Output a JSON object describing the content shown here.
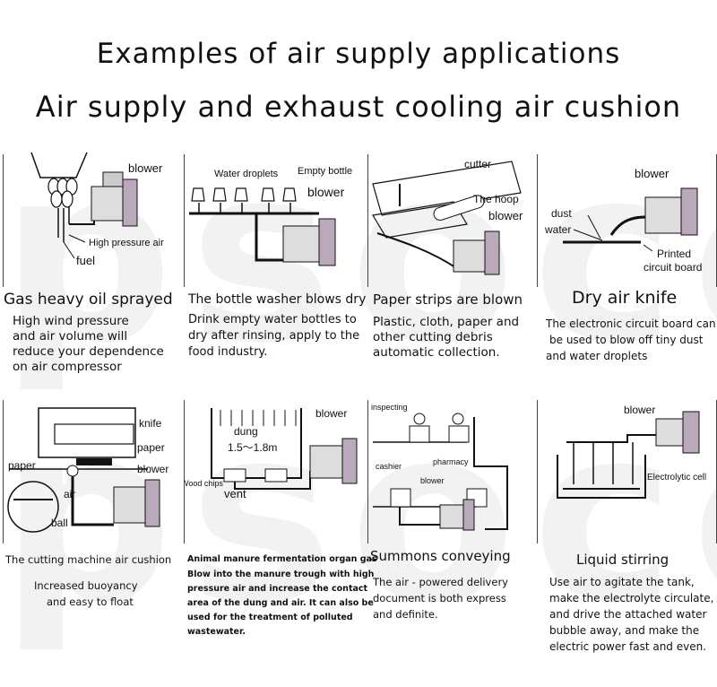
{
  "header": {
    "title": "Examples of air supply applications",
    "subtitle": "Air supply and exhaust cooling air cushion"
  },
  "watermark": "psocc",
  "panels": [
    {
      "labels": {
        "blower": "blower",
        "high_pressure": "High pressure air",
        "fuel": "fuel"
      },
      "caption": "Gas heavy oil sprayed",
      "description": [
        "High wind pressure",
        "and air volume will",
        "reduce your dependence",
        "on air compressor"
      ]
    },
    {
      "labels": {
        "droplets": "Water droplets",
        "empty_bottle": "Empty bottle",
        "blower": "blower"
      },
      "caption": "The bottle washer blows dry",
      "description": [
        "Drink empty water bottles to",
        "dry after rinsing, apply to the",
        "food industry."
      ]
    },
    {
      "labels": {
        "cutter": "cutter",
        "hoop": "The hoop",
        "blower": "blower"
      },
      "caption": "Paper strips are blown",
      "description": [
        "Plastic, cloth, paper and",
        "other cutting debris",
        "automatic collection."
      ]
    },
    {
      "labels": {
        "blower": "blower",
        "dust": "dust",
        "water": "water",
        "printed": "Printed",
        "circuit": "circuit board"
      },
      "caption": "Dry air knife",
      "description": [
        "The electronic circuit board can",
        "be used to blow off tiny dust",
        "and water droplets"
      ]
    },
    {
      "labels": {
        "knife": "knife",
        "paper": "paper",
        "paper_left": "paper",
        "blower": "blower",
        "air": "air",
        "ball": "ball"
      },
      "caption": "The cutting machine air cushion",
      "description": [
        "Increased buoyancy",
        "and easy to float"
      ]
    },
    {
      "labels": {
        "blower": "blower",
        "dung": "dung",
        "depth": "1.5〜1.8m",
        "wood": "Wood chips",
        "vent": "vent"
      },
      "caption": "Animal manure fermentation organ gas",
      "description": [
        "Blow into the manure trough with high",
        "pressure air and increase the contact",
        "area of the dung and air. It can also be",
        "used for the treatment of polluted",
        "wastewater."
      ]
    },
    {
      "labels": {
        "inspecting": "inspecting",
        "pharmacy": "pharmacy",
        "cashier": "cashier",
        "blower": "blower"
      },
      "caption": "Summons conveying",
      "description": [
        "The air - powered delivery",
        "document is both express",
        "and definite."
      ]
    },
    {
      "labels": {
        "blower": "blower",
        "cell": "Electrolytic cell"
      },
      "caption": "Liquid stirring",
      "description": [
        "Use air to agitate the tank,",
        "make the electrolyte circulate,",
        "and drive the attached water",
        "bubble away, and make the",
        "electric power fast and even."
      ]
    }
  ]
}
